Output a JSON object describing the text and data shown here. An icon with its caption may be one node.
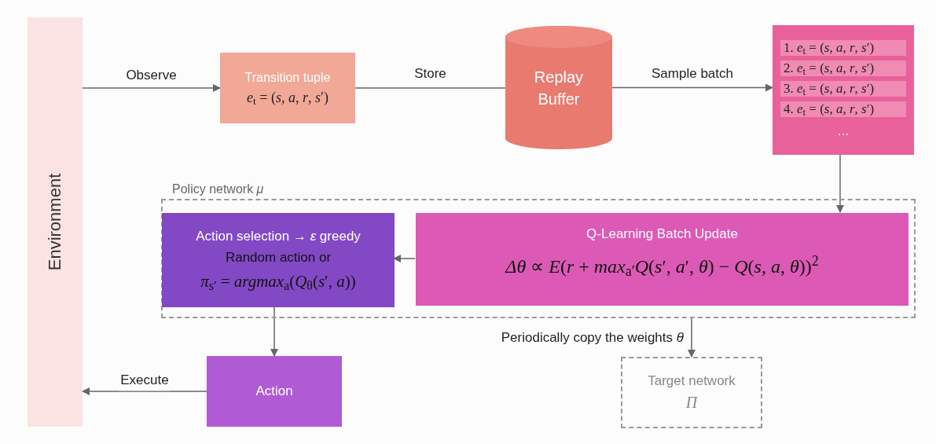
{
  "diagram": {
    "nodes": [
      {
        "text": [
          "Environment"
        ]
      },
      {
        "text": [
          "Transition tuple",
          "*e*$_{t}$ = (*s*, *a*, *r*, *s*′)"
        ]
      },
      {
        "text": [
          "Replay Buffer"
        ]
      },
      {
        "text": [
          "1. *e*$_{t}$ = (*s*, *a*, *r*, *s*′)",
          "2. *e*$_{t}$ = (*s*, *a*, *r*, *s*′)",
          "3. *e*$_{t}$ = (*s*, *a*, *r*, *s*′)",
          "4. *e*$_{t}$ = (*s*, *a*, *r*, *s*′)",
          "…"
        ]
      },
      {
        "text": [
          "Policy network *μ*"
        ]
      },
      {
        "text": [
          "Action selection → *ε* greedy",
          "Random action or",
          "*π*$_{s′}$ = *argmax*$_{a}$(*Q*$_{θ}$(*s*′, *a*))"
        ],
        "in": 4
      },
      {
        "text": [
          "Q-Learning Batch Update",
          "*Δθ* ∝ *E*(*r* + *max*$_{a′}$*Q*(*s*′, *a*′, *θ*) − *Q*(*s*, *a*, *θ*))$^{2}$"
        ],
        "in": 4
      },
      {
        "text": [
          "Action"
        ]
      },
      {
        "text": [
          "Target network",
          "*Π*"
        ]
      }
    ],
    "edges": [
      {
        "from": 0,
        "to": 1,
        "arrow": "to",
        "label": "Observe"
      },
      {
        "from": 1,
        "to": 2,
        "arrow": "none",
        "label": "Store"
      },
      {
        "from": 2,
        "to": 3,
        "arrow": "to",
        "label": "Sample batch"
      },
      {
        "from": 3,
        "to": 6,
        "arrow": "to"
      },
      {
        "from": 6,
        "to": 5,
        "arrow": "to"
      },
      {
        "from": 5,
        "to": 7,
        "arrow": "to"
      },
      {
        "from": 7,
        "to": 0,
        "arrow": "to",
        "label": "Execute"
      },
      {
        "from": 4,
        "to": 8,
        "arrow": "to",
        "label": "Periodically copy the weights *θ*"
      }
    ]
  }
}
